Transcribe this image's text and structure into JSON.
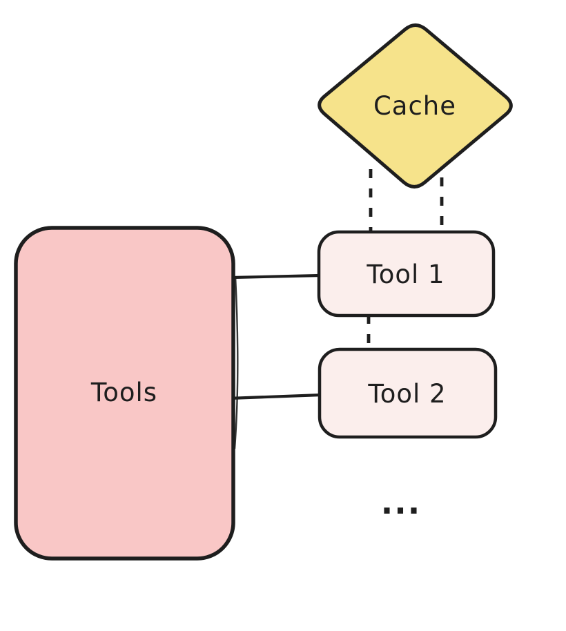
{
  "diagram": {
    "background_color": "#ffffff",
    "stroke_color": "#1e1e1e",
    "nodes": [
      {
        "id": "cache",
        "label": "Cache",
        "shape": "diamond",
        "fill": "#f6e38b"
      },
      {
        "id": "tools",
        "label": "Tools",
        "shape": "rounded-rect",
        "fill": "#f9c7c6"
      },
      {
        "id": "tool1",
        "label": "Tool 1",
        "shape": "rounded-rect",
        "fill": "#fbeeec"
      },
      {
        "id": "tool2",
        "label": "Tool 2",
        "shape": "rounded-rect",
        "fill": "#fbeeec"
      }
    ],
    "edges": [
      {
        "from": "tools",
        "to": "tool1",
        "style": "solid"
      },
      {
        "from": "tools",
        "to": "tool2",
        "style": "solid"
      },
      {
        "from": "cache",
        "to": "tool1",
        "style": "dashed",
        "note": "left dashed connector"
      },
      {
        "from": "cache",
        "to": "tool1",
        "style": "dashed",
        "note": "right dashed connector"
      },
      {
        "from": "tool1",
        "to": "tool2",
        "style": "dashed"
      }
    ],
    "ellipsis": "..."
  }
}
